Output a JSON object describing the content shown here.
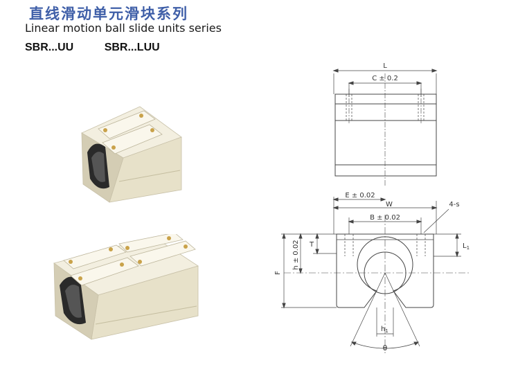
{
  "header": {
    "title_cn": "直线滑动单元滑块系列",
    "title_en": "Linear motion ball slide units series",
    "model_short": "SBR...UU",
    "model_long": "SBR...LUU"
  },
  "drawing": {
    "top_view": {
      "length_label": "L",
      "hole_spacing_label": "C ± 0.2"
    },
    "front_view": {
      "e_label": "E ± 0.02",
      "w_label": "W",
      "b_label": "B ± 0.02",
      "screw_label": "4-s",
      "t_label": "T",
      "l1_label": "L",
      "l1_sub": "1",
      "h_label": "h ± 0.02",
      "f_label": "F",
      "h1_label": "h",
      "h1_sub": "1",
      "angle_label": "θ"
    }
  },
  "colors": {
    "title_blue": "#3f5fa8",
    "aluminum": "#ece6cf",
    "bolt": "#c9a24a"
  }
}
